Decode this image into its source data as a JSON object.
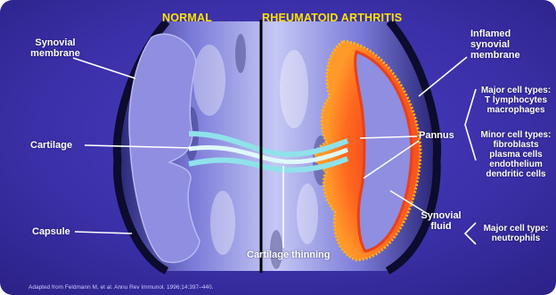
{
  "headers": {
    "normal": "NORMAL",
    "ra": "RHEUMATOID ARTHRITIS"
  },
  "labels": {
    "synovial_membrane": [
      "Synovial",
      "membrane"
    ],
    "cartilage": "Cartilage",
    "capsule": "Capsule",
    "inflamed_membrane": [
      "Inflamed",
      "synovial",
      "membrane"
    ],
    "pannus": "Pannus",
    "synovial_fluid": [
      "Synovial",
      "fluid"
    ],
    "cartilage_thinning": "Cartilage thinning"
  },
  "cell_types": {
    "pannus_major_title": "Major cell types:",
    "pannus_major_items": [
      "T lymphocytes",
      "macrophages"
    ],
    "pannus_minor_title": "Minor cell types:",
    "pannus_minor_items": [
      "fibroblasts",
      "plasma cells",
      "endothelium",
      "dendritic cells"
    ],
    "fluid_major_title": "Major cell type:",
    "fluid_major_items": [
      "neutrophils"
    ]
  },
  "citation": "Adapted from Feldmann M, et al. Annu Rev Immunol. 1996;14:397–440.",
  "colors": {
    "background": "#3a2fa6",
    "header_text": "#ffe400",
    "bone_tissue": "#8f8ee0",
    "cartilage": "#8fe2ea",
    "pannus_outer": "#e8401c",
    "pannus_inner": "#ffa500"
  }
}
